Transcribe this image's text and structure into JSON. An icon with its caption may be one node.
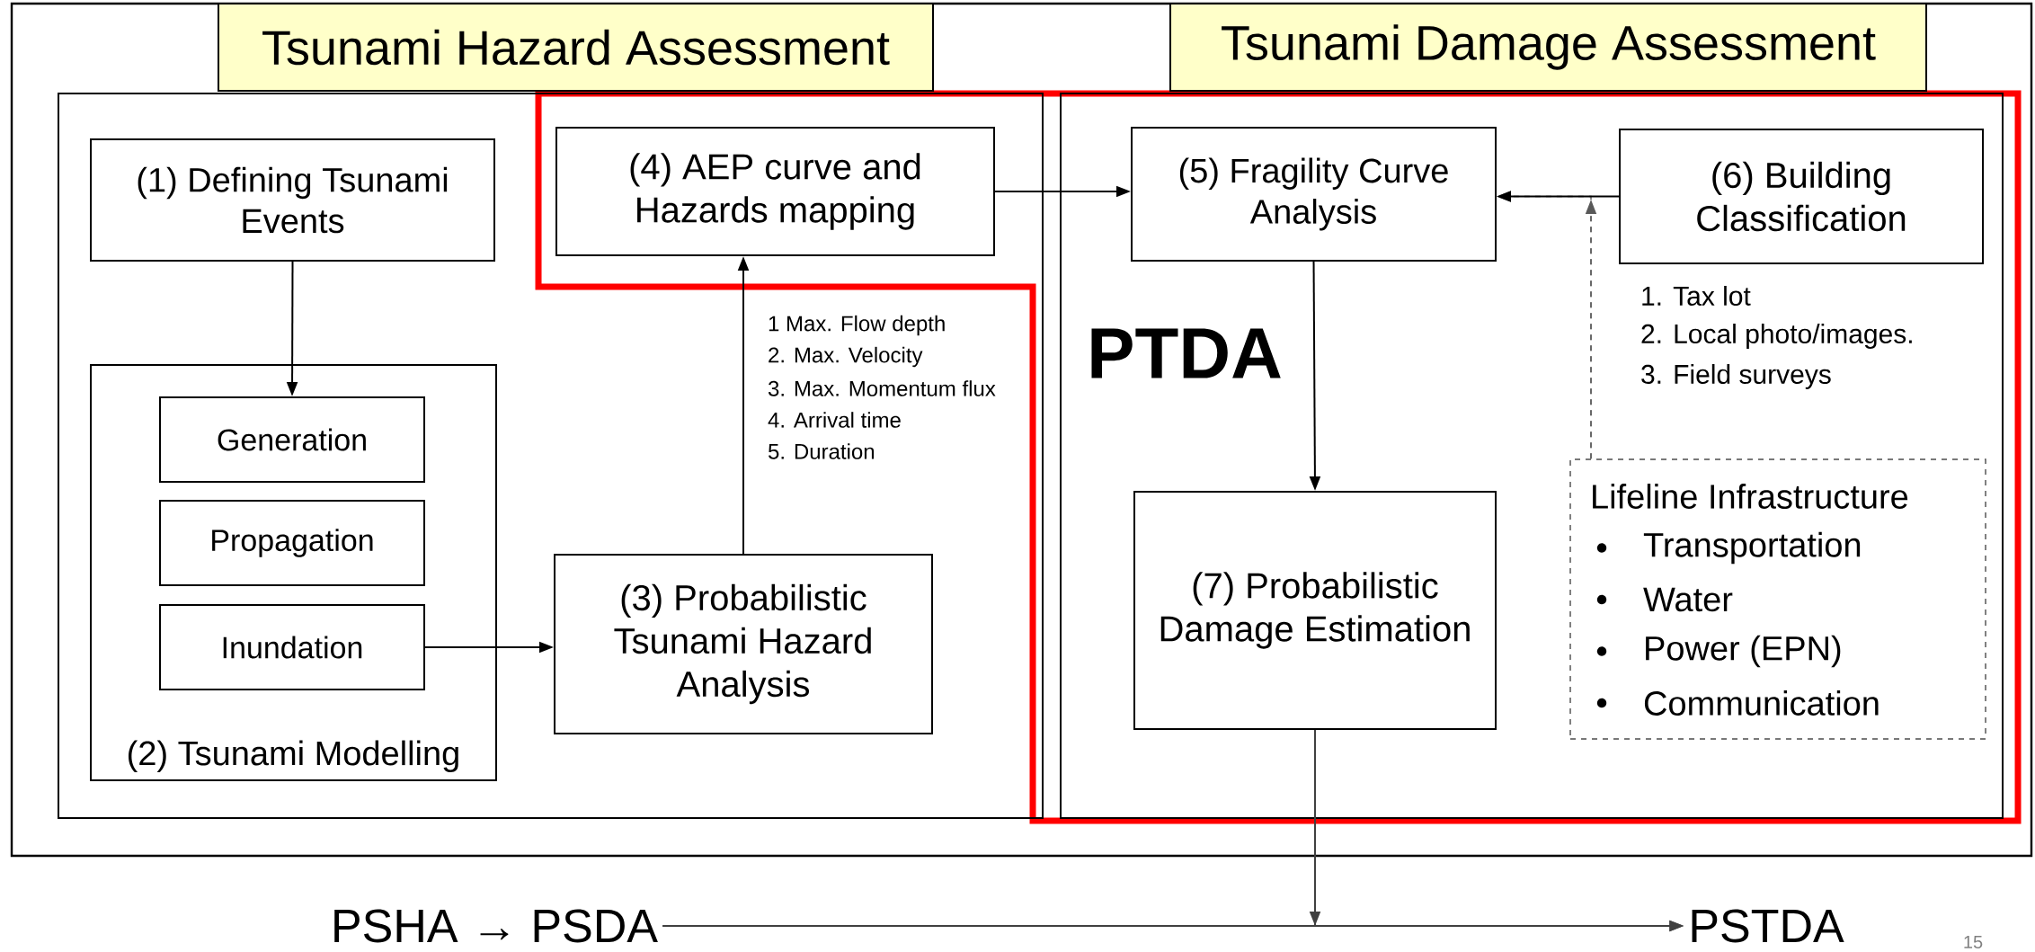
{
  "diagram": {
    "nodes": [
      {
        "text": [
          "Tsunami Hazard Assessment"
        ]
      },
      {
        "text": [
          "Tsunami Damage Assessment"
        ]
      },
      {
        "text": [
          "(1) Defining Tsunami Events"
        ],
        "in": 0
      },
      {
        "text": [
          "(2) Tsunami Modelling"
        ],
        "in": 0
      },
      {
        "text": [
          "Generation"
        ],
        "in": 3
      },
      {
        "text": [
          "Propagation"
        ],
        "in": 3
      },
      {
        "text": [
          "Inundation"
        ],
        "in": 3
      },
      {
        "text": [
          "(3) Probabilistic Tsunami Hazard Analysis"
        ],
        "in": 0
      },
      {
        "text": [
          "(4) AEP curve and Hazards mapping"
        ],
        "in": 0
      },
      {
        "text": [
          "(5) Fragility Curve Analysis"
        ],
        "in": 1
      },
      {
        "text": [
          "(6) Building Classification"
        ],
        "in": 1,
        "beside": [
          "1. Tax lot",
          "2. Local photo/images.",
          "3. Field surveys"
        ]
      },
      {
        "text": [
          "Lifeline Infrastructure",
          "Transportation",
          "Water",
          "Power (EPN)",
          "Communication"
        ],
        "in": 1
      },
      {
        "text": [
          "(7) Probabilistic Damage Estimation"
        ],
        "in": 1
      },
      {
        "text": [
          "PSHA → PSDA"
        ]
      },
      {
        "text": [
          "PSTDA"
        ]
      }
    ],
    "edges": [
      {
        "from": 2,
        "to": 4,
        "arrow": "to"
      },
      {
        "from": 6,
        "to": 7,
        "arrow": "to"
      },
      {
        "from": 7,
        "to": 8,
        "arrow": "to"
      },
      {
        "from": 8,
        "to": 9,
        "arrow": "to"
      },
      {
        "from": 10,
        "to": 9,
        "arrow": "to"
      },
      {
        "from": 9,
        "to": 12,
        "arrow": "to"
      },
      {
        "from": 11,
        "to": 9,
        "arrow": "to",
        "style": "dashed",
        "color": "#595959"
      },
      {
        "from": 12,
        "to": 14,
        "arrow": "to",
        "color": "#404040"
      },
      {
        "from": 13,
        "to": 14,
        "arrow": "to",
        "color": "#404040"
      }
    ],
    "labels": [
      "1 Max. Flow depth",
      "2. Max. Velocity",
      "3. Max. Momentum flux",
      "4. Arrival time",
      "5. Duration",
      "PTDA",
      "15"
    ]
  }
}
